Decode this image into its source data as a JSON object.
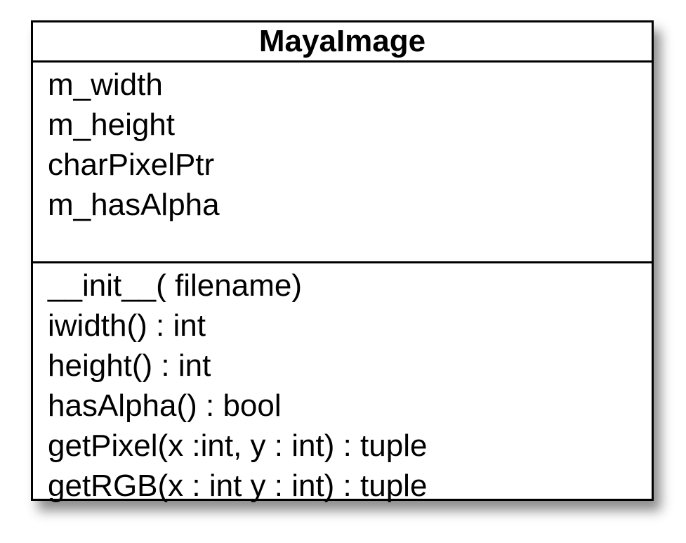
{
  "uml_class": {
    "name": "MayaImage",
    "attributes": [
      "m_width",
      "m_height",
      "charPixelPtr",
      "m_hasAlpha"
    ],
    "operations": [
      "__init__( filename)",
      "iwidth() : int",
      "height() : int",
      "hasAlpha() : bool",
      "getPixel(x :int, y : int) : tuple",
      "getRGB(x : int y : int) : tuple"
    ]
  }
}
